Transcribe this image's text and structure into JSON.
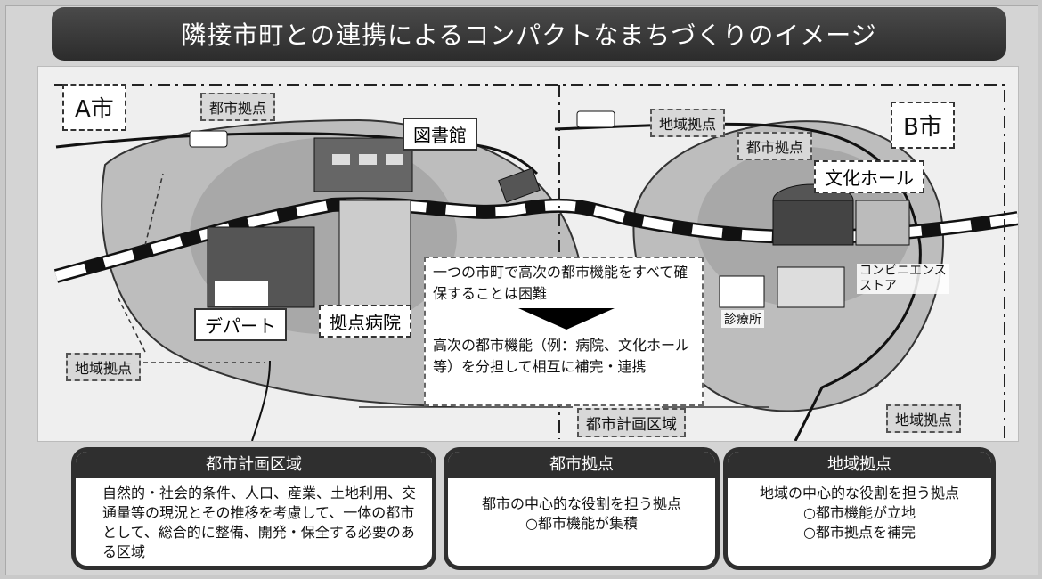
{
  "title": "隣接市町との連携によるコンパクトなまちづくりのイメージ",
  "city_a": "A市",
  "city_b": "B市",
  "map_labels": {
    "toshi_kyoten_a": "都市拠点",
    "toshi_kyoten_b": "都市拠点",
    "chiiki_kyoten_a": "地域拠点",
    "chiiki_kyoten_b_top": "地域拠点",
    "chiiki_kyoten_b_bottom": "地域拠点",
    "toshi_keikaku_kuiki": "都市計画区域",
    "library": "図書館",
    "department_store": "デパート",
    "hospital": "拠点病院",
    "culture_hall": "文化ホール",
    "convenience_store": "コンビニエンス\nストア",
    "clinic": "診療所"
  },
  "center_box": {
    "line1": "一つの市町で高次の都市機能をすべて確保することは困難",
    "line2": "高次の都市機能（例：病院、文化ホール等）を分担して相互に補完・連携"
  },
  "cards": {
    "keikaku": {
      "head": "都市計画区域",
      "body": "自然的・社会的条件、人口、産業、土地利用、交通量等の現況とその推移を考慮して、一体の都市として、総合的に整備、開発・保全する必要のある区域"
    },
    "toshi": {
      "head": "都市拠点",
      "line1": "都市の中心的な役割を担う拠点",
      "line2": "○都市機能が集積"
    },
    "chiiki": {
      "head": "地域拠点",
      "line1": "地域の中心的な役割を担う拠点",
      "line2": "○都市機能が立地",
      "line3": "○都市拠点を補完"
    }
  }
}
